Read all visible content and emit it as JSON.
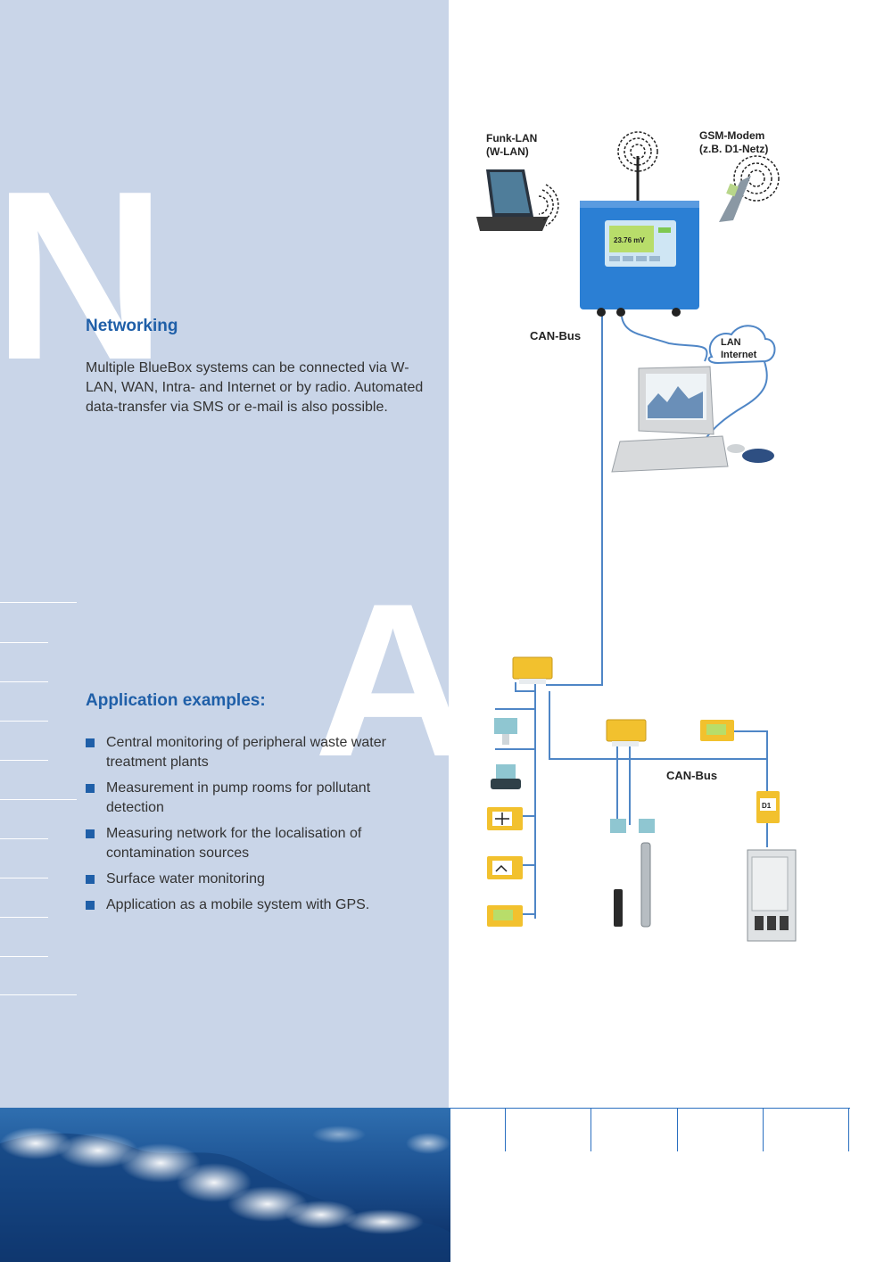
{
  "page": {
    "initial_n": "N",
    "initial_a": "A",
    "networking_heading": "Networking",
    "networking_text": "Multiple BlueBox systems can be connected via W-LAN, WAN, Intra- and Internet or by radio. Automated data-transfer via SMS or e-mail is also possible.",
    "applications_heading": "Application examples:",
    "applications": [
      "Central monitoring of peripheral waste water treatment plants",
      "Measurement in pump rooms for pollutant detection",
      "Measuring network for the localisation of contamination sources",
      "Surface water monitoring",
      "Application as a mobile system with GPS."
    ]
  },
  "diagram": {
    "funk_lan_line1": "Funk-LAN",
    "funk_lan_line2": "(W-LAN)",
    "gsm_line1": "GSM-Modem",
    "gsm_line2": "(z.B. D1-Netz)",
    "lan_line1": "LAN",
    "lan_line2": "Internet",
    "can_bus_top": "CAN-Bus",
    "can_bus_bottom": "CAN-Bus",
    "screen_reading": "23.76 mV",
    "station_label": "D1"
  },
  "colors": {
    "panel_bg": "#c9d5e8",
    "accent_blue": "#1f5fa8",
    "cable_blue": "#4f86c6",
    "module_yellow": "#f2c12e",
    "bluebox": "#2b7fd4"
  }
}
